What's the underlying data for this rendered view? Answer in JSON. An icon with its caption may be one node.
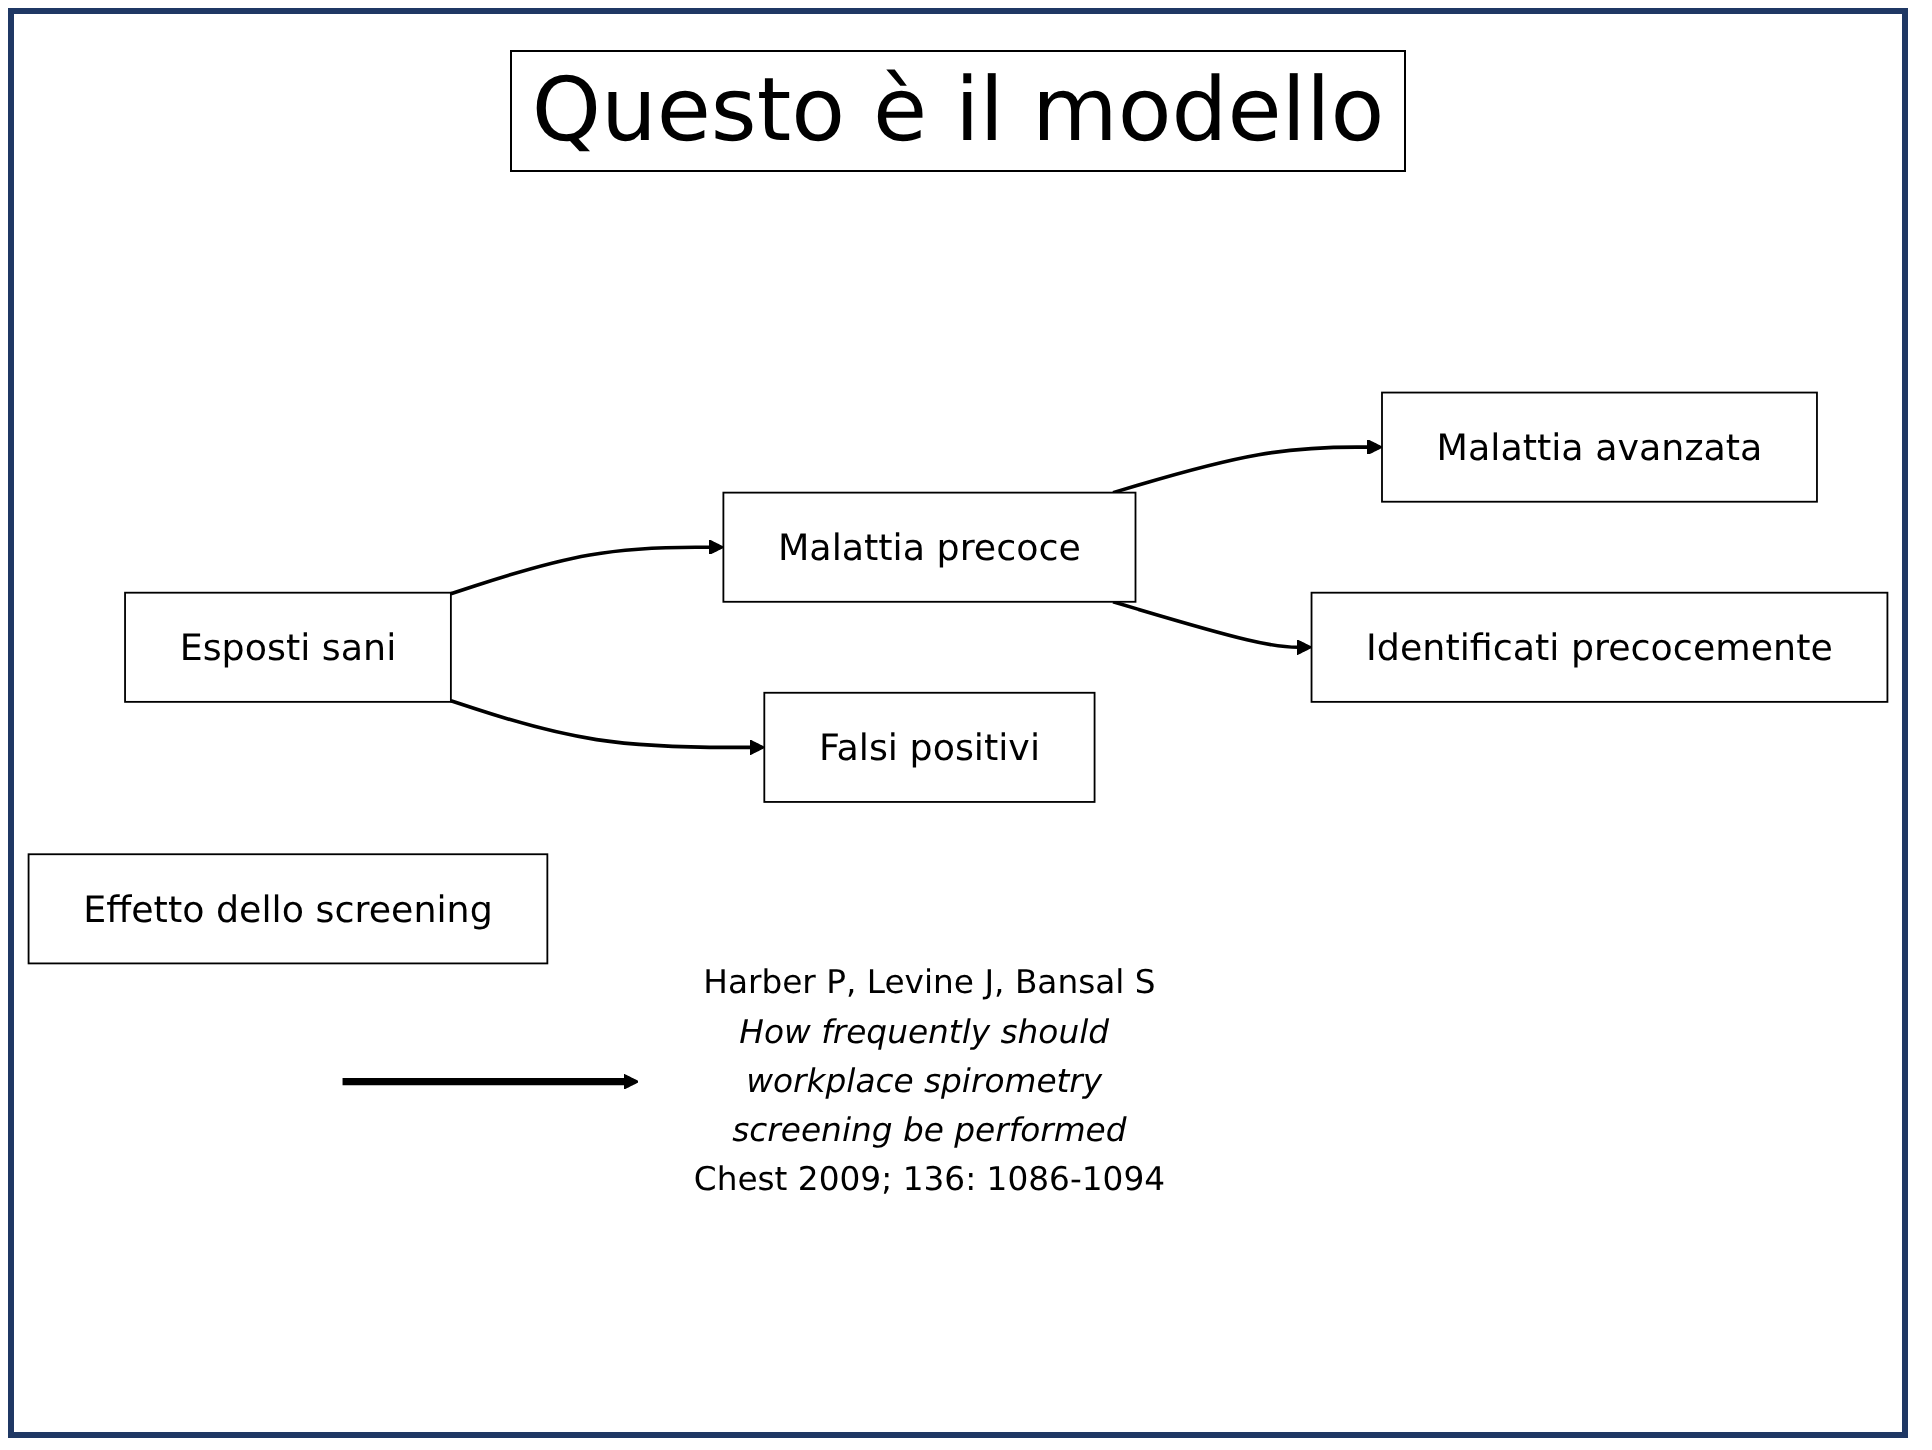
{
  "diagram": {
    "title": "Questo è il modello",
    "nodes": [
      {
        "text": [
          "Esposti sani"
        ]
      },
      {
        "text": [
          "Malattia precoce"
        ]
      },
      {
        "text": [
          "Malattia avanzata"
        ]
      },
      {
        "text": [
          "Effetto dello screening"
        ]
      },
      {
        "text": [
          "Falsi positivi"
        ]
      },
      {
        "text": [
          "Identificati precocemente"
        ]
      },
      {
        "text": [
          "Harber P, Levine J, Bansal S",
          "How frequently should workplace spirometry screening be performed",
          "Chest 2009; 136: 1086-1094"
        ]
      }
    ],
    "edges": [
      {
        "from": 0,
        "to": 1,
        "arrow": "to"
      },
      {
        "from": 1,
        "to": 2,
        "arrow": "to"
      },
      {
        "from": 0,
        "to": 4,
        "arrow": "to"
      },
      {
        "from": 1,
        "to": 5,
        "arrow": "to"
      },
      {
        "from": null,
        "to": 6,
        "arrow": "to",
        "style": "thick"
      }
    ]
  }
}
